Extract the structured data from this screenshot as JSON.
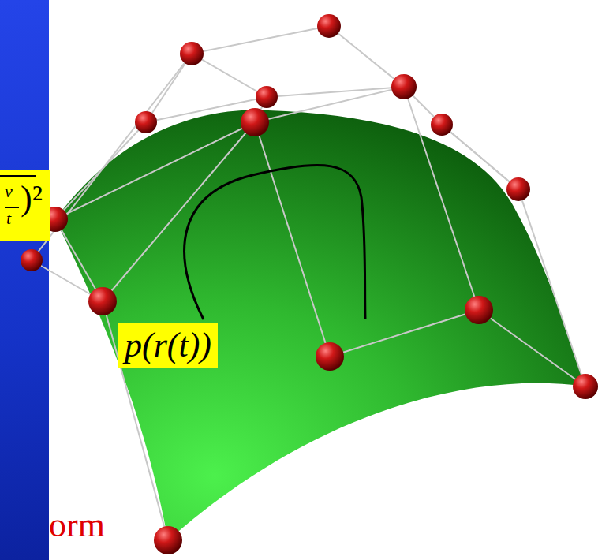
{
  "diagram": {
    "nodes": [
      {
        "text": [
          "v",
          "t",
          ")²"
        ]
      },
      {
        "text": [
          "p(r(t))"
        ]
      }
    ],
    "labels": [
      "orm"
    ]
  }
}
